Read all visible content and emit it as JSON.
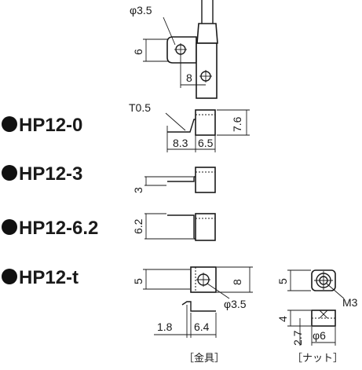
{
  "models": [
    {
      "id": "hp12-0",
      "label": "HP12-0"
    },
    {
      "id": "hp12-3",
      "label": "HP12-3"
    },
    {
      "id": "hp12-6-2",
      "label": "HP12-6.2"
    },
    {
      "id": "hp12-t",
      "label": "HP12-t"
    }
  ],
  "dimensions": {
    "top_hole_dia": "φ3.5",
    "top_height": "6",
    "top_offset": "8",
    "thickness": "T0.5",
    "hp0_width_left": "8.3",
    "hp0_width_right": "6.5",
    "hp0_height": "7.6",
    "hp3_height": "3",
    "hp62_height": "6.2",
    "t_left_height": "5",
    "t_right_height": "8",
    "t_hole_dia": "φ3.5",
    "t_offset": "1.8",
    "t_width": "6.4",
    "nut_height": "5",
    "nut_thread": "M3",
    "nut_side_height": "4",
    "nut_side_small": "2.7",
    "nut_dia": "φ6"
  },
  "captions": {
    "bracket": "［金具］",
    "nut": "［ナット］"
  }
}
